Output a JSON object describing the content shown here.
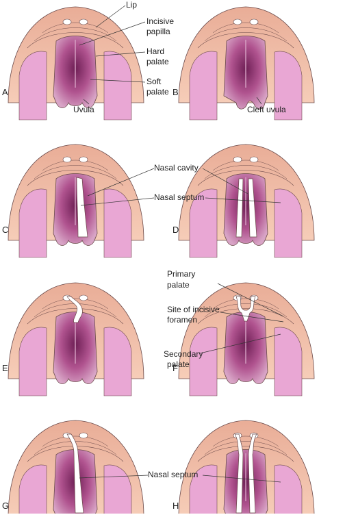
{
  "panels": [
    {
      "letter": "A",
      "variant": "normal"
    },
    {
      "letter": "B",
      "variant": "cleft-uvula"
    },
    {
      "letter": "C",
      "variant": "unilateral-cleft"
    },
    {
      "letter": "D",
      "variant": "bilateral-cleft"
    },
    {
      "letter": "E",
      "variant": "primary-cleft-unilateral"
    },
    {
      "letter": "F",
      "variant": "primary-cleft-bilateral"
    },
    {
      "letter": "G",
      "variant": "complete-unilateral"
    },
    {
      "letter": "H",
      "variant": "complete-bilateral"
    }
  ],
  "labels": {
    "lip": "Lip",
    "incisive_papilla_1": "Incisive",
    "incisive_papilla_2": "papilla",
    "hard_palate_1": "Hard",
    "hard_palate_2": "palate",
    "soft_palate_1": "Soft",
    "soft_palate_2": "palate",
    "uvula": "Uvula",
    "cleft_uvula": "Cleft uvula",
    "nasal_cavity": "Nasal cavity",
    "nasal_septum": "Nasal septum",
    "primary_palate_1": "Primary",
    "primary_palate_2": "palate",
    "incisive_foramen_1": "Site of incisive",
    "incisive_foramen_2": "foramen",
    "secondary_palate_1": "Secondary",
    "secondary_palate_2": "palate",
    "nasal_septum_bottom": "Nasal septum"
  },
  "colors": {
    "skin": "#f6cdb8",
    "skin_dark": "#e9ad97",
    "cheek": "#e9a7d4",
    "palate": "#b0538f",
    "palate_dark": "#6e1f55",
    "palate_light": "#d8a4c6",
    "outline": "#6b4a4a",
    "cleft": "#ffffff"
  }
}
